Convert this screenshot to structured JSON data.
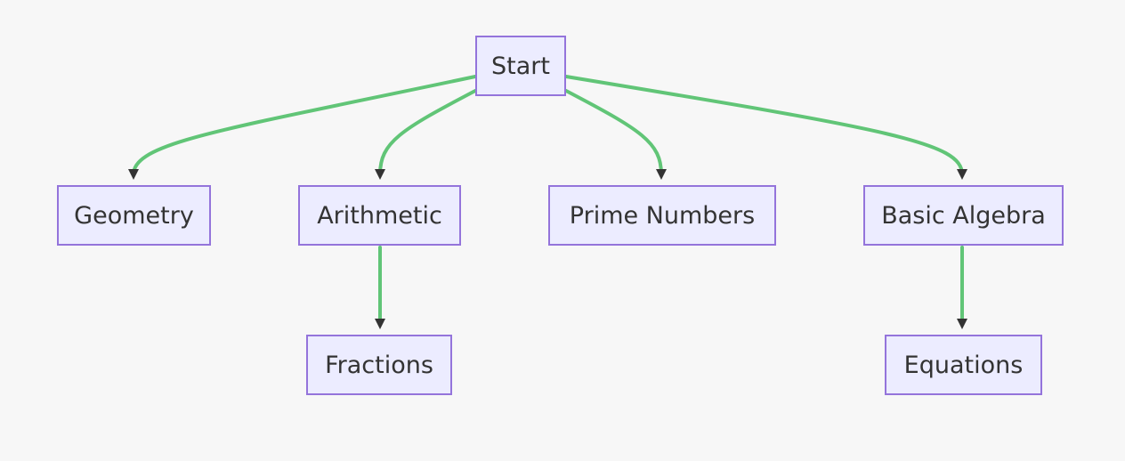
{
  "colors": {
    "background": "#f7f7f7",
    "node_fill": "#ececff",
    "node_border": "#9474db",
    "edge": "#61c577",
    "arrowhead": "#333333",
    "text": "#333333"
  },
  "nodes": {
    "start": "Start",
    "geometry": "Geometry",
    "arithmetic": "Arithmetic",
    "prime_numbers": "Prime Numbers",
    "basic_algebra": "Basic Algebra",
    "fractions": "Fractions",
    "equations": "Equations"
  },
  "edges": [
    {
      "from": "Start",
      "to": "Geometry"
    },
    {
      "from": "Start",
      "to": "Arithmetic"
    },
    {
      "from": "Start",
      "to": "Prime Numbers"
    },
    {
      "from": "Start",
      "to": "Basic Algebra"
    },
    {
      "from": "Arithmetic",
      "to": "Fractions"
    },
    {
      "from": "Basic Algebra",
      "to": "Equations"
    }
  ]
}
